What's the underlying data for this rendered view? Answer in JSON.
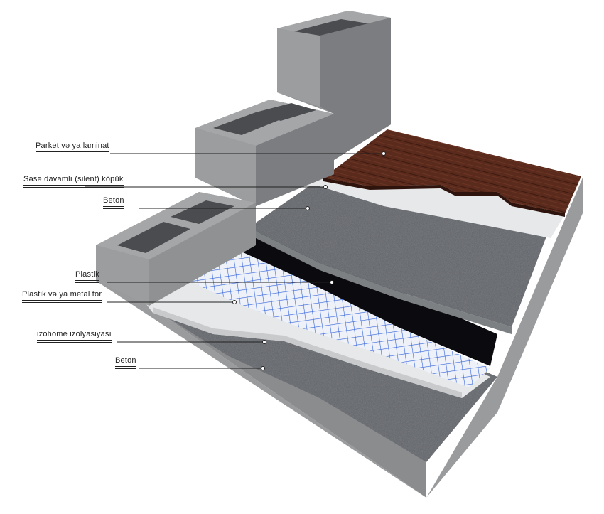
{
  "labels": [
    {
      "id": "parket",
      "text": "Parket və ya laminat"
    },
    {
      "id": "sese",
      "text": "Səsə davamlı (silent) köpük"
    },
    {
      "id": "beton-top",
      "text": "Beton"
    },
    {
      "id": "plastik",
      "text": "Plastik"
    },
    {
      "id": "tor",
      "text": "Plastik və ya metal tor"
    },
    {
      "id": "izohome",
      "text": "izohome izolyasiyası"
    },
    {
      "id": "beton-bottom",
      "text": "Beton"
    }
  ],
  "colors": {
    "parquet": "#5a2a1c",
    "concrete": "#5e6166",
    "concrete_side": "#8a8c8e",
    "foam": "#e6e8ea",
    "mesh": "#2f5fd8",
    "plastic": "#0b0b0f",
    "leader": "#222222"
  }
}
